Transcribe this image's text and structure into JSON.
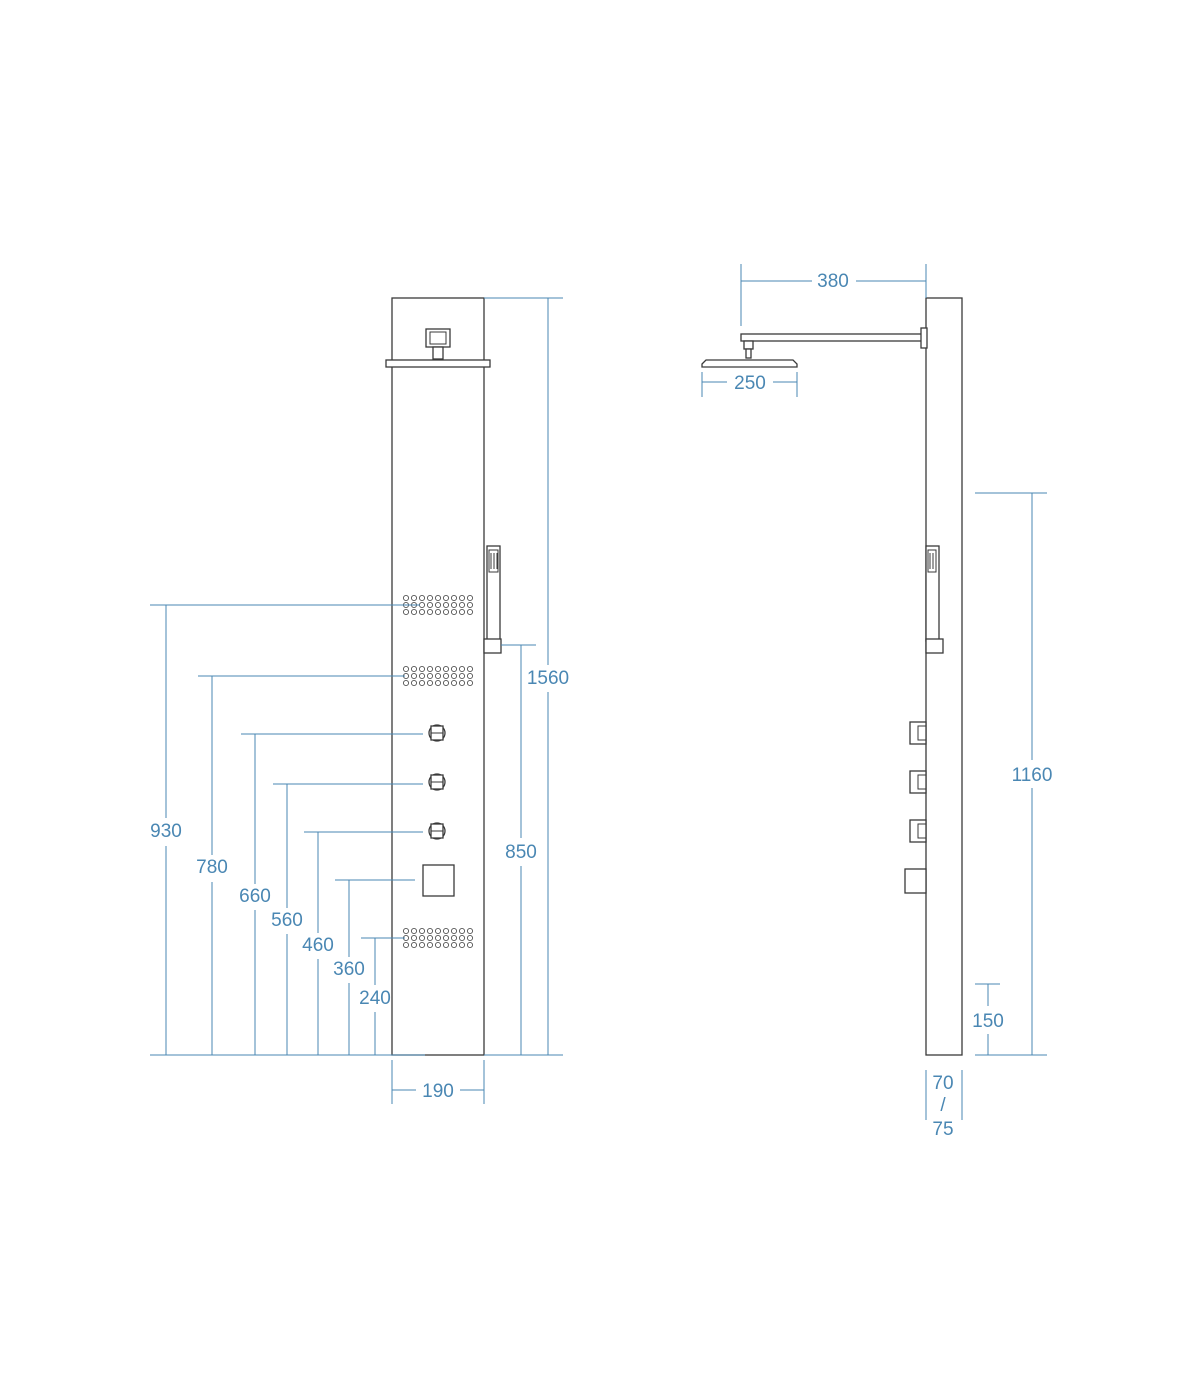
{
  "colors": {
    "dimension": "#4a87b3",
    "outline": "#3a3a3a"
  },
  "front_view": {
    "total_height": "1560",
    "handshower_height": "850",
    "width": "190",
    "body_jet_top": "930",
    "body_jet_middle": "780",
    "control_1": "660",
    "control_2": "560",
    "control_3": "460",
    "diverter": "360",
    "body_jet_bottom": "240"
  },
  "side_view": {
    "arm_length": "380",
    "head_diameter": "250",
    "handshower_bracket_height": "1160",
    "lower_height": "150",
    "depth_top": "70",
    "depth_sep": "/",
    "depth_bottom": "75"
  }
}
